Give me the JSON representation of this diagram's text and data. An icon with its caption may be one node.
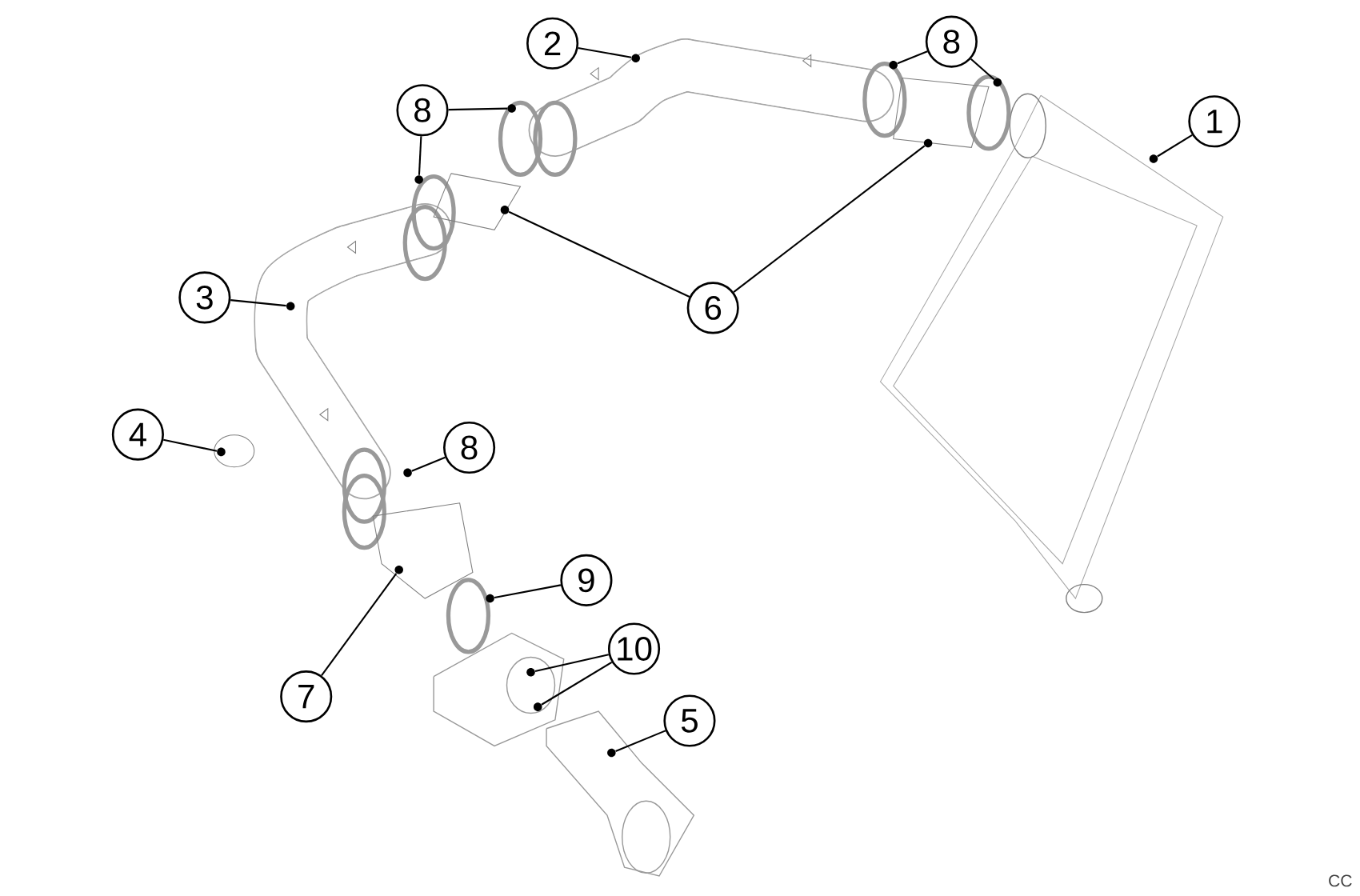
{
  "diagram": {
    "nodes": [
      {
        "text": [
          "1"
        ]
      },
      {
        "text": [
          "2"
        ]
      },
      {
        "text": [
          "8"
        ]
      },
      {
        "text": [
          "8"
        ]
      },
      {
        "text": [
          "3"
        ]
      },
      {
        "text": [
          "6"
        ]
      },
      {
        "text": [
          "4"
        ]
      },
      {
        "text": [
          "8"
        ]
      },
      {
        "text": [
          "9"
        ]
      },
      {
        "text": [
          "10"
        ]
      },
      {
        "text": [
          "7"
        ]
      },
      {
        "text": [
          "5"
        ]
      },
      {
        "text": [],
        "shape": "circle"
      },
      {
        "text": [],
        "shape": "circle"
      },
      {
        "text": [],
        "shape": "circle"
      },
      {
        "text": [],
        "shape": "circle"
      },
      {
        "text": [],
        "shape": "circle"
      },
      {
        "text": [],
        "shape": "circle"
      },
      {
        "text": [],
        "shape": "circle"
      },
      {
        "text": [],
        "shape": "circle"
      },
      {
        "text": [],
        "shape": "circle"
      },
      {
        "text": [],
        "shape": "circle"
      },
      {
        "text": [],
        "shape": "circle"
      },
      {
        "text": [],
        "shape": "circle"
      },
      {
        "text": [],
        "shape": "circle"
      },
      {
        "text": [],
        "shape": "circle"
      },
      {
        "text": [],
        "shape": "circle"
      },
      {
        "text": [],
        "shape": "circle"
      }
    ],
    "edges": [
      {
        "from": 0,
        "to": 12,
        "arrow": "none"
      },
      {
        "from": 1,
        "to": 13,
        "arrow": "none"
      },
      {
        "from": 2,
        "to": 14,
        "arrow": "none"
      },
      {
        "from": 2,
        "to": 15,
        "arrow": "none"
      },
      {
        "from": 3,
        "to": 16,
        "arrow": "none"
      },
      {
        "from": 3,
        "to": 17,
        "arrow": "none"
      },
      {
        "from": 4,
        "to": 18,
        "arrow": "none"
      },
      {
        "from": 5,
        "to": 19,
        "arrow": "none"
      },
      {
        "from": 5,
        "to": 20,
        "arrow": "none"
      },
      {
        "from": 6,
        "to": 21,
        "arrow": "none"
      },
      {
        "from": 7,
        "to": 22,
        "arrow": "none"
      },
      {
        "from": 8,
        "to": 23,
        "arrow": "none"
      },
      {
        "from": 9,
        "to": 24,
        "arrow": "none"
      },
      {
        "from": 9,
        "to": 25,
        "arrow": "none"
      },
      {
        "from": 10,
        "to": 26,
        "arrow": "none"
      },
      {
        "from": 11,
        "to": 27,
        "arrow": "none"
      }
    ],
    "labels": [
      "CC"
    ]
  }
}
